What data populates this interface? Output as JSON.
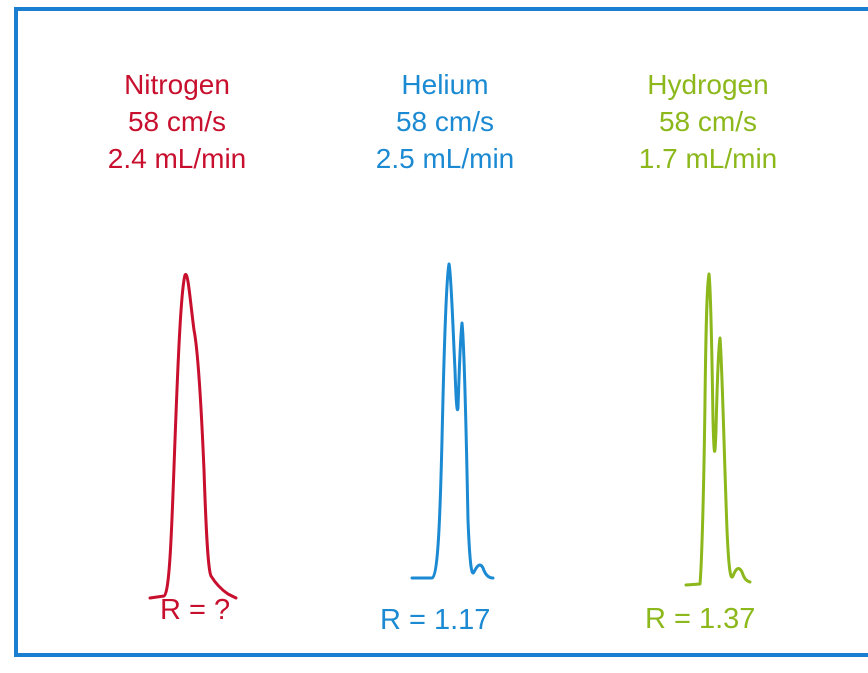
{
  "columns": [
    {
      "gas": "Nitrogen",
      "velocity": "58 cm/s",
      "flow": "2.4 mL/min",
      "resolution": "R = ?",
      "color": "#c8102e"
    },
    {
      "gas": "Helium",
      "velocity": "58 cm/s",
      "flow": "2.5 mL/min",
      "resolution": "R = 1.17",
      "color": "#1b8ad3"
    },
    {
      "gas": "Hydrogen",
      "velocity": "58 cm/s",
      "flow": "1.7 mL/min",
      "resolution": "R = 1.37",
      "color": "#8cb81c"
    }
  ]
}
